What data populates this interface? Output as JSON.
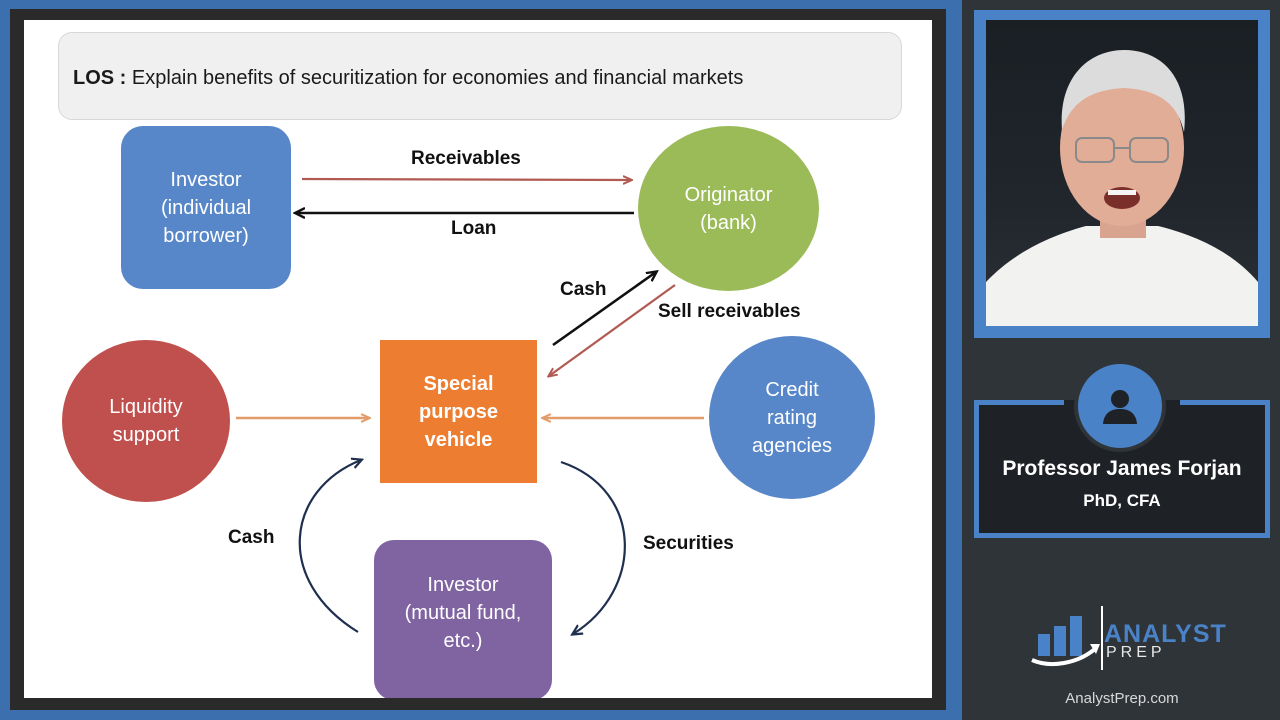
{
  "slide": {
    "los_label": "LOS :",
    "los_text": "Explain benefits of securitization for economies and financial markets",
    "nodes": {
      "investor_borrower": [
        "Investor",
        "(individual",
        "borrower)"
      ],
      "originator": [
        "Originator",
        "(bank)"
      ],
      "spv": [
        "Special",
        "purpose",
        "vehicle"
      ],
      "liquidity": [
        "Liquidity",
        "support"
      ],
      "credit_rating": [
        "Credit",
        "rating",
        "agencies"
      ],
      "investor_fund": [
        "Investor",
        "(mutual fund,",
        "etc.)"
      ]
    },
    "labels": {
      "receivables": "Receivables",
      "loan": "Loan",
      "cash_top": "Cash",
      "sell_receivables": "Sell receivables",
      "cash_bottom": "Cash",
      "securities": "Securities"
    },
    "colors": {
      "investor_borrower": "#5787c8",
      "originator": "#9bbb59",
      "spv": "#ed7d31",
      "liquidity": "#c0504d",
      "credit_rating": "#5787c8",
      "investor_fund": "#8064a2"
    }
  },
  "presenter": {
    "name": "Professor James Forjan",
    "credentials": "PhD, CFA",
    "icon": "person-icon"
  },
  "brand": {
    "logo_word1": "ANALYST",
    "logo_word2": "PREP",
    "url": "AnalystPrep.com",
    "accent": "#4a82c8"
  }
}
